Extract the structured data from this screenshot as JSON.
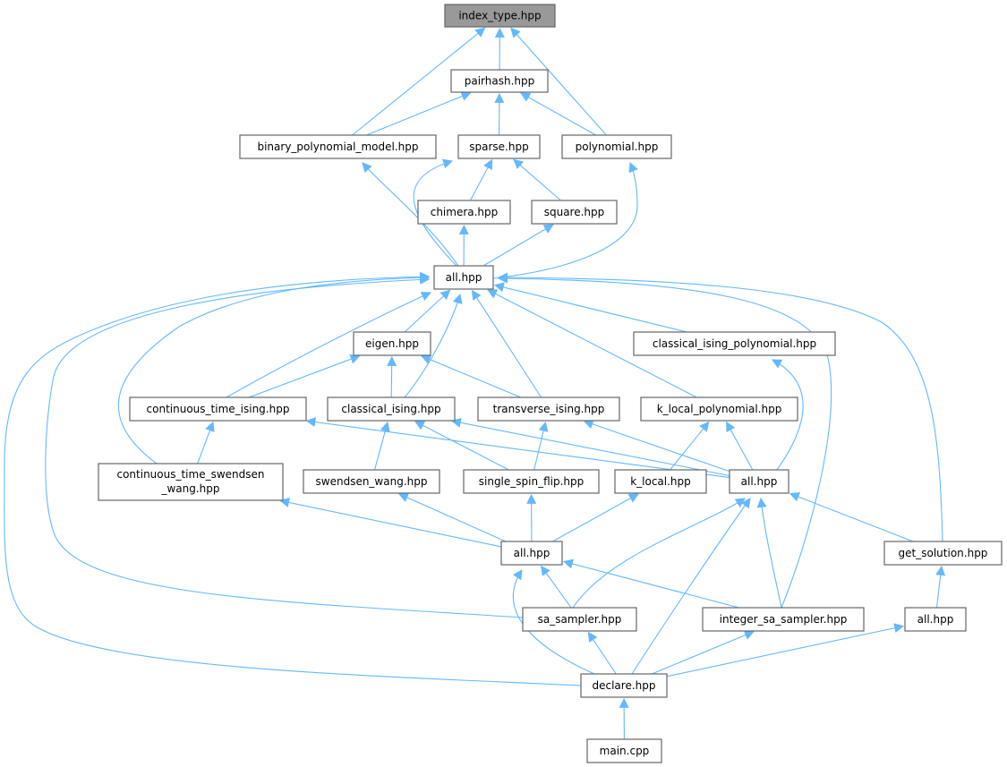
{
  "title": "index_type.hpp include dependency graph",
  "colors": {
    "edge": "#63b8ff",
    "root_fill": "#999999",
    "border": "#666666"
  },
  "nodes": [
    {
      "id": "index_type",
      "label": "index_type.hpp",
      "root": true
    },
    {
      "id": "pairhash",
      "label": "pairhash.hpp"
    },
    {
      "id": "binary_polynomial_model",
      "label": "binary_polynomial_model.hpp"
    },
    {
      "id": "sparse",
      "label": "sparse.hpp"
    },
    {
      "id": "polynomial",
      "label": "polynomial.hpp"
    },
    {
      "id": "chimera",
      "label": "chimera.hpp"
    },
    {
      "id": "square",
      "label": "square.hpp"
    },
    {
      "id": "all1",
      "label": "all.hpp"
    },
    {
      "id": "eigen",
      "label": "eigen.hpp"
    },
    {
      "id": "classical_ising_polynomial",
      "label": "classical_ising_polynomial.hpp"
    },
    {
      "id": "continuous_time_ising",
      "label": "continuous_time_ising.hpp"
    },
    {
      "id": "classical_ising",
      "label": "classical_ising.hpp"
    },
    {
      "id": "transverse_ising",
      "label": "transverse_ising.hpp"
    },
    {
      "id": "k_local_polynomial",
      "label": "k_local_polynomial.hpp"
    },
    {
      "id": "cts_wang",
      "label": "continuous_time_swendsen",
      "label2": "_wang.hpp"
    },
    {
      "id": "swendsen_wang",
      "label": "swendsen_wang.hpp"
    },
    {
      "id": "single_spin_flip",
      "label": "single_spin_flip.hpp"
    },
    {
      "id": "k_local",
      "label": "k_local.hpp"
    },
    {
      "id": "all2",
      "label": "all.hpp"
    },
    {
      "id": "all3",
      "label": "all.hpp"
    },
    {
      "id": "get_solution",
      "label": "get_solution.hpp"
    },
    {
      "id": "sa_sampler",
      "label": "sa_sampler.hpp"
    },
    {
      "id": "integer_sa_sampler",
      "label": "integer_sa_sampler.hpp"
    },
    {
      "id": "all4",
      "label": "all.hpp"
    },
    {
      "id": "declare",
      "label": "declare.hpp"
    },
    {
      "id": "main",
      "label": "main.cpp"
    }
  ],
  "edges": [
    [
      "pairhash",
      "index_type"
    ],
    [
      "binary_polynomial_model",
      "index_type"
    ],
    [
      "polynomial",
      "index_type"
    ],
    [
      "binary_polynomial_model",
      "pairhash"
    ],
    [
      "sparse",
      "pairhash"
    ],
    [
      "polynomial",
      "pairhash"
    ],
    [
      "all1",
      "binary_polynomial_model"
    ],
    [
      "all1",
      "sparse"
    ],
    [
      "chimera",
      "sparse"
    ],
    [
      "square",
      "sparse"
    ],
    [
      "all1",
      "polynomial"
    ],
    [
      "all1",
      "chimera"
    ],
    [
      "all1",
      "square"
    ],
    [
      "eigen",
      "all1"
    ],
    [
      "classical_ising",
      "all1"
    ],
    [
      "transverse_ising",
      "all1"
    ],
    [
      "k_local_polynomial",
      "all1"
    ],
    [
      "classical_ising_polynomial",
      "all1"
    ],
    [
      "continuous_time_ising",
      "all1"
    ],
    [
      "cts_wang",
      "all1"
    ],
    [
      "sa_sampler",
      "all1"
    ],
    [
      "declare",
      "all1"
    ],
    [
      "integer_sa_sampler",
      "all1"
    ],
    [
      "get_solution",
      "all1"
    ],
    [
      "continuous_time_ising",
      "eigen"
    ],
    [
      "classical_ising",
      "eigen"
    ],
    [
      "transverse_ising",
      "eigen"
    ],
    [
      "cts_wang",
      "continuous_time_ising"
    ],
    [
      "swendsen_wang",
      "classical_ising"
    ],
    [
      "single_spin_flip",
      "classical_ising"
    ],
    [
      "single_spin_flip",
      "transverse_ising"
    ],
    [
      "all2",
      "continuous_time_ising"
    ],
    [
      "all2",
      "classical_ising"
    ],
    [
      "all2",
      "transverse_ising"
    ],
    [
      "k_local",
      "k_local_polynomial"
    ],
    [
      "all2",
      "k_local_polynomial"
    ],
    [
      "all2",
      "classical_ising_polynomial"
    ],
    [
      "all3",
      "cts_wang"
    ],
    [
      "all3",
      "swendsen_wang"
    ],
    [
      "all3",
      "single_spin_flip"
    ],
    [
      "all3",
      "k_local"
    ],
    [
      "sa_sampler",
      "all2"
    ],
    [
      "declare",
      "all2"
    ],
    [
      "integer_sa_sampler",
      "all2"
    ],
    [
      "get_solution",
      "all2"
    ],
    [
      "sa_sampler",
      "all3"
    ],
    [
      "declare",
      "all3"
    ],
    [
      "integer_sa_sampler",
      "all3"
    ],
    [
      "all4",
      "get_solution"
    ],
    [
      "declare",
      "sa_sampler"
    ],
    [
      "declare",
      "integer_sa_sampler"
    ],
    [
      "declare",
      "all4"
    ],
    [
      "main",
      "declare"
    ]
  ]
}
